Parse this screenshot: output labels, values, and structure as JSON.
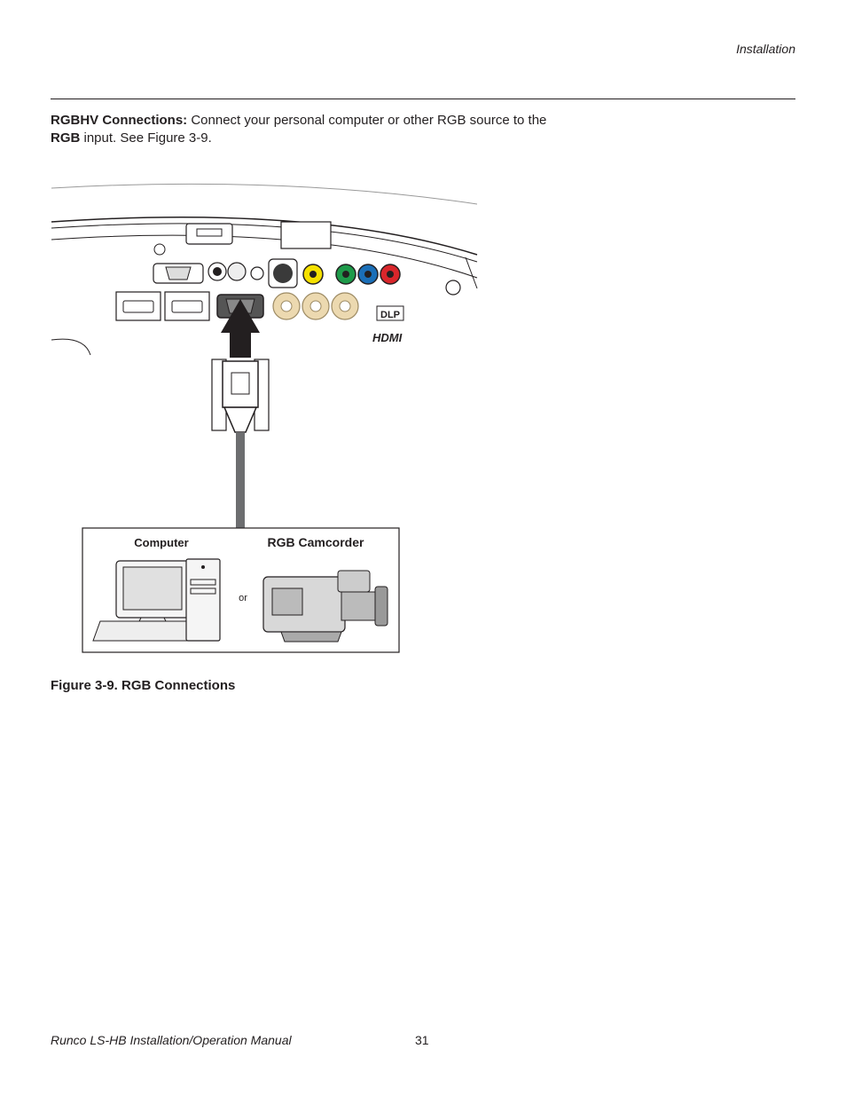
{
  "header": {
    "section": "Installation"
  },
  "intro": {
    "lead_bold": "RGBHV Connections:",
    "lead_text": " Connect your personal computer or other RGB source to the",
    "input_bold": "RGB",
    "input_text": " input. See Figure 3-9."
  },
  "figure": {
    "computer_label": "Computer",
    "camcorder_label": "RGB Camcorder",
    "or_label": "or",
    "dlp_logo": "DLP",
    "hdmi_logo": "HDMI",
    "caption": "Figure 3-9. RGB Connections"
  },
  "footer": {
    "manual_title": "Runco LS-HB Installation/Operation Manual",
    "page_number": "31"
  },
  "colors": {
    "text": "#231f20",
    "composite_yellow": "#f5e100",
    "component_green": "#1e9a4a",
    "component_blue": "#1b6fb8",
    "component_red": "#d9262b",
    "bnc_tan": "#ecd9b0",
    "cable_gray": "#6d6e70"
  }
}
